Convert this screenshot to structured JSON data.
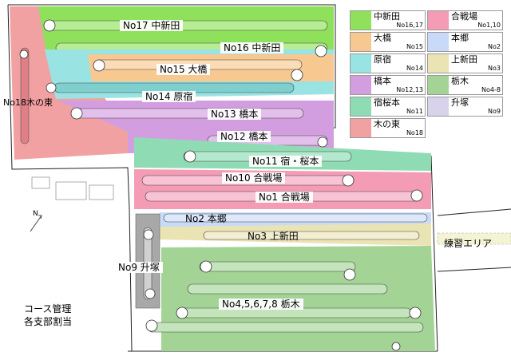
{
  "colors": {
    "green": "#8fe05a",
    "orange": "#f7c890",
    "cyan": "#9ae3e3",
    "purple": "#d39ee0",
    "pink": "#f49bb6",
    "teal": "#8fdcb4",
    "salmon": "#f2a1a3",
    "blue": "#c8daf7",
    "cream": "#eae3b3",
    "fairway": "#a3d495",
    "lilac": "#d8d3ea",
    "gray": "#a8a8a8"
  },
  "courses": {
    "n17": "No17 中新田",
    "n16": "No16 中新田",
    "n15": "No15 大橋",
    "n14": "No14 原宿",
    "n13": "No13 橋本",
    "n12": "No12 橋本",
    "n18": "No18木の東",
    "n11": "No11 宿・桜本",
    "n10": "No10 合戦場",
    "n1": "No1 合戦場",
    "n2": "No2 本郷",
    "n3": "No3 上新田",
    "n9": "No9 升塚",
    "n4": "No4,5,6,7,8 栃木"
  },
  "practice_area": "練習エリア",
  "notes": [
    "コース管理",
    "各支部割当"
  ],
  "legend": [
    {
      "name": "中新田",
      "sub": "No16,17",
      "color": "green"
    },
    {
      "name": "合戦場",
      "sub": "No1,10",
      "color": "pink"
    },
    {
      "name": "大橋",
      "sub": "No15",
      "color": "orange"
    },
    {
      "name": "本郷",
      "sub": "No2",
      "color": "blue"
    },
    {
      "name": "原宿",
      "sub": "No14",
      "color": "cyan"
    },
    {
      "name": "上新田",
      "sub": "No3",
      "color": "cream"
    },
    {
      "name": "橋本",
      "sub": "No12,13",
      "color": "purple"
    },
    {
      "name": "栃木",
      "sub": "No4-8",
      "color": "fairway"
    },
    {
      "name": "宿桜本",
      "sub": "No11",
      "color": "teal"
    },
    {
      "name": "升塚",
      "sub": "No9",
      "color": "lilac"
    },
    {
      "name": "木の東",
      "sub": "No18",
      "color": "salmon"
    }
  ]
}
